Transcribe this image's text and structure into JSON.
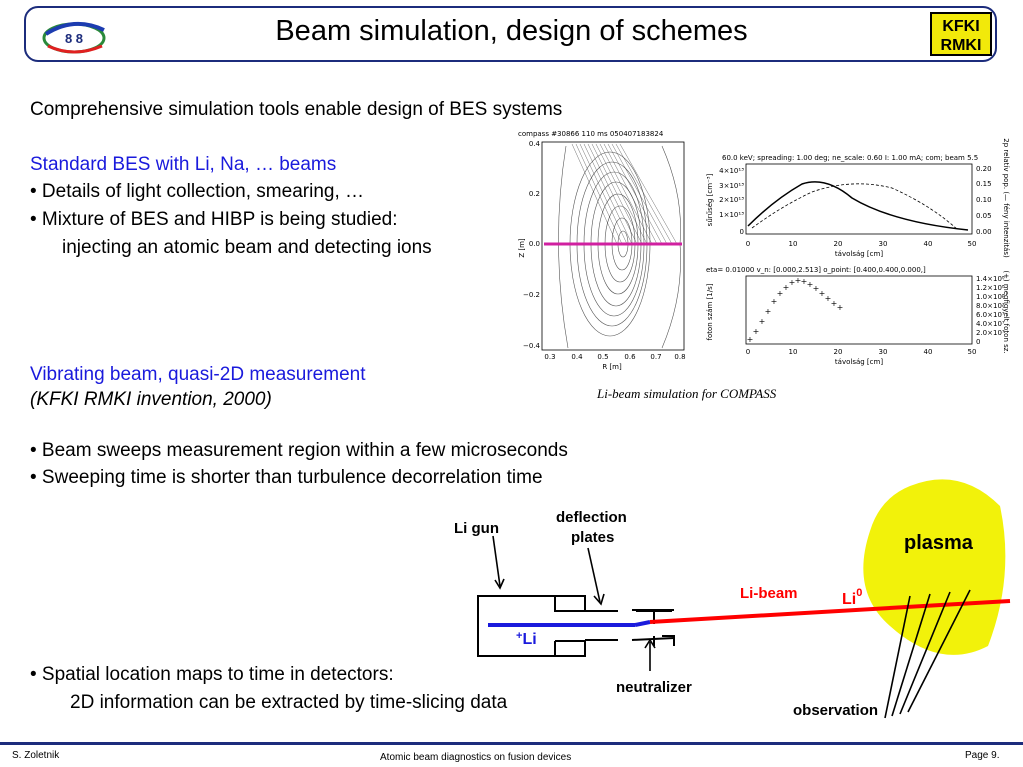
{
  "header": {
    "title": "Beam simulation, design of schemes",
    "left_logo_text": "8 8",
    "right_logo_text": [
      "KFKI",
      "RMKI"
    ]
  },
  "intro": {
    "line": "Comprehensive simulation tools enable design of BES systems"
  },
  "standard_bes": {
    "heading": "Standard BES with Li, Na, … beams",
    "bullets": [
      "• Details of light collection, smearing, …",
      "• Mixture of BES and HIBP is being studied:",
      "injecting an atomic beam and detecting ions"
    ]
  },
  "figure1": {
    "caption": "Li-beam simulation for COMPASS",
    "left_plot": {
      "header": "compass #30866 110 ms 050407183824",
      "y_ticks": [
        "0.4",
        "0.2",
        "0.0",
        "−0.2",
        "−0.4"
      ],
      "x_ticks": [
        "0.3",
        "0.4",
        "0.5",
        "0.6",
        "0.7",
        "0.8"
      ],
      "ylabel": "Z [m]",
      "xlabel": "R [m]"
    },
    "top_right_plot": {
      "header": "60.0 keV; spreading: 1.00 deg; ne_scale: 0.60 I: 1.00 mA; com; beam 5.5",
      "y_ticks": [
        "4×10¹³",
        "3×10¹³",
        "2×10¹³",
        "1×10¹³",
        "0"
      ],
      "right_ticks": [
        "0.20",
        "0.15",
        "0.10",
        "0.05",
        "0.00"
      ],
      "x_ticks": [
        "0",
        "10",
        "20",
        "30",
        "40",
        "50"
      ],
      "xlabel": "távolság [cm]",
      "ylabel": "sűrűség [cm⁻³]",
      "right_label": "2p relatív pop. (— fény intenzitás)"
    },
    "bottom_right_plot": {
      "header": "eta= 0.01000 v_n: [0.000,2.513] o_point: [0.400,0.400,0.000,]",
      "right_ticks": [
        "1.4×10⁸",
        "1.2×10⁸",
        "1.0×10⁸",
        "8.0×10⁷",
        "6.0×10⁷",
        "4.0×10⁷",
        "2.0×10⁷",
        "0"
      ],
      "x_ticks": [
        "0",
        "10",
        "20",
        "30",
        "40",
        "50"
      ],
      "xlabel": "távolság [cm]",
      "ylabel": "foton szám [1/s]",
      "right_label": "(+) megfigyelt foton sz."
    }
  },
  "vibrating": {
    "heading": "Vibrating beam, quasi-2D measurement",
    "sub": "(KFKI RMKI invention, 2000)",
    "bullets": [
      "• Beam sweeps measurement region within a few microseconds",
      "• Sweeping time is shorter than turbulence decorrelation time"
    ]
  },
  "spatial": {
    "bullet": "• Spatial location maps to time in detectors:",
    "sub": "2D information can be extracted by time-slicing data"
  },
  "diagram": {
    "li_gun": "Li gun",
    "deflection": "deflection",
    "plates": "plates",
    "plasma": "plasma",
    "li_beam": "Li-beam",
    "li0": "Li",
    "li0_sup": "0",
    "li_ion_sup": "+",
    "li_ion": "Li",
    "neutralizer": "neutralizer",
    "observation": "observation"
  },
  "colors": {
    "title_frame": "#1c2c7c",
    "heading_blue": "#1a1adc",
    "beam_red": "#ff0000",
    "beam_blue": "#1a1adc",
    "plasma_yellow": "#f2f20a"
  },
  "footer": {
    "author": "S. Zoletnik",
    "center": "Atomic beam diagnostics on fusion devices",
    "page": "Page  9."
  }
}
